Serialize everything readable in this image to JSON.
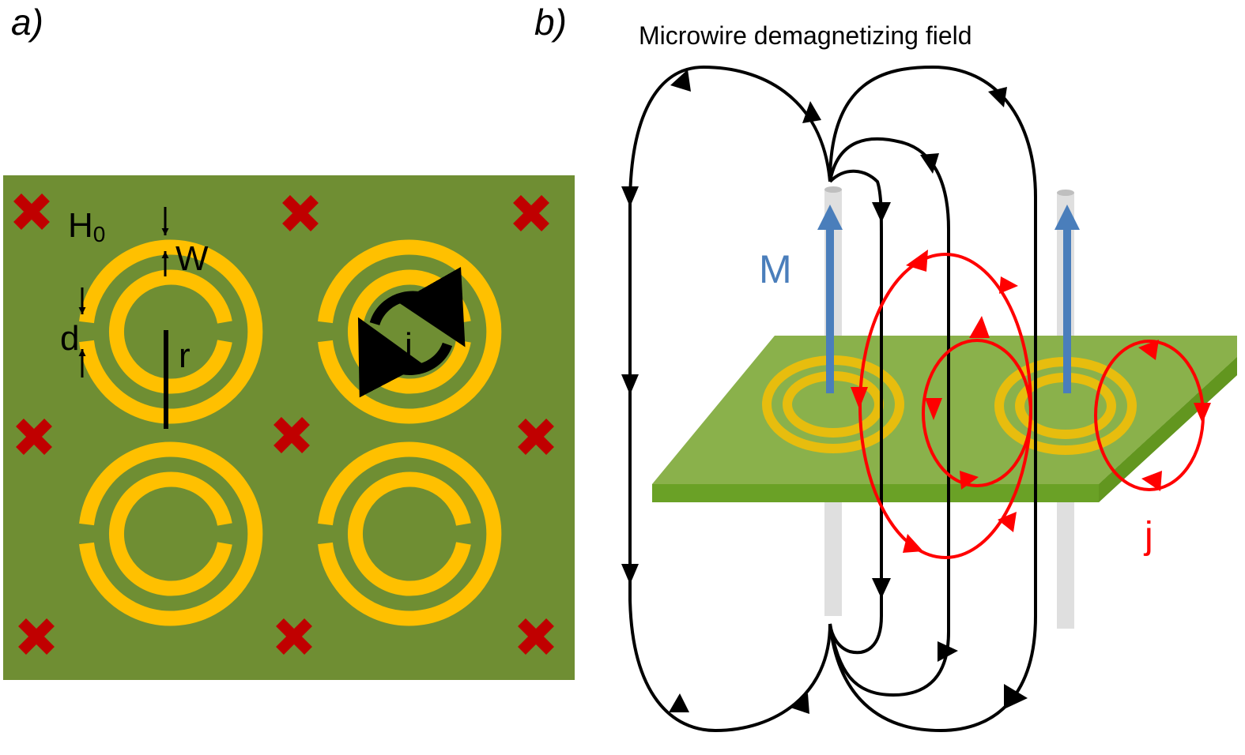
{
  "panel_a": {
    "label": "a)",
    "field_symbol": "H",
    "field_subscript": "0",
    "label_w": "W",
    "label_d": "d",
    "label_r": "r",
    "label_j": "j"
  },
  "panel_b": {
    "label": "b)",
    "title": "Microwire demagnetizing field",
    "label_m": "M",
    "label_j": "j"
  },
  "colors": {
    "substrate_dark": "#6f8e33",
    "substrate_light": "#8ab14b",
    "substrate_edge": "#5e8f22",
    "ring": "#ffc000",
    "cross": "#c00000",
    "field_lines": "#000000",
    "current_loops": "#ff0000",
    "magnetization": "#4a7ebb",
    "wire": "#c8c8c8"
  }
}
